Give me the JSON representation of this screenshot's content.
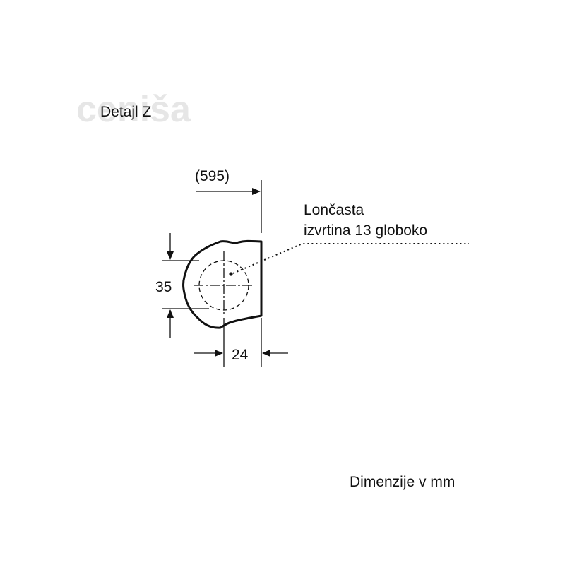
{
  "watermark": "ceniša",
  "detail_title": "Detajl Z",
  "dimensions": {
    "width_total": "(595)",
    "height": "35",
    "depth": "24"
  },
  "callout": {
    "line1": "Lončasta",
    "line2": "izvrtina 13 globoko"
  },
  "units_note": "Dimenzije v mm",
  "colors": {
    "ink": "#111111",
    "watermark": "#e6e6e6"
  }
}
